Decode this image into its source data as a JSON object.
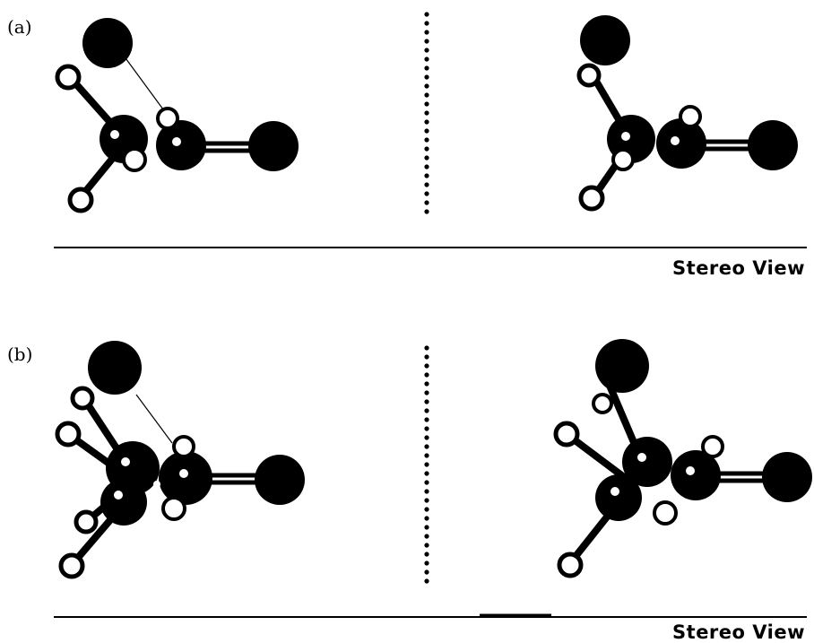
{
  "panels": [
    {
      "id": "a",
      "label": "(a)",
      "caption": "Stereo View"
    },
    {
      "id": "b",
      "label": "(b)",
      "caption": "Stereo View"
    }
  ],
  "colors": {
    "atom_dark": "#000000",
    "atom_light": "#ffffff",
    "background": "#ffffff"
  }
}
